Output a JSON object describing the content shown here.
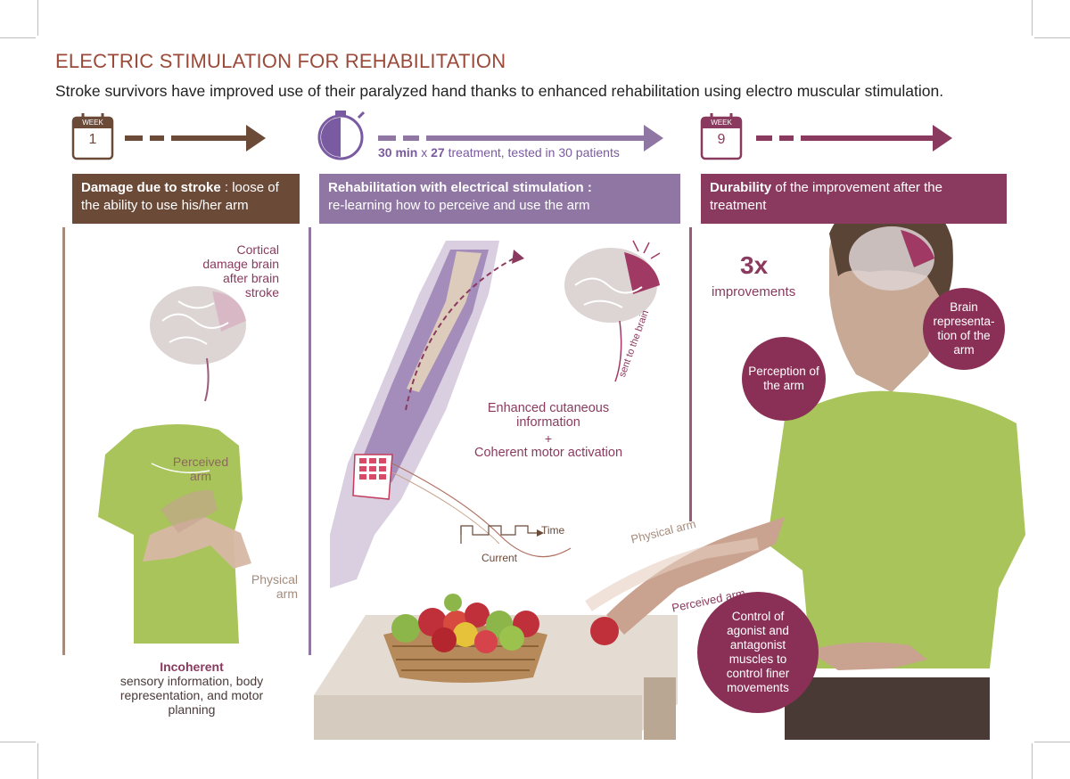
{
  "header": {
    "title": "ELECTRIC STIMULATION FOR REHABILITATION",
    "subtitle": "Stroke survivors have improved use of their paralyzed hand thanks to enhanced rehabilitation using electro muscular stimulation."
  },
  "timeline": {
    "week1": {
      "label": "WEEK",
      "number": "1"
    },
    "treatment": {
      "duration": "30 min",
      "times": "x",
      "count": "27",
      "rest": "treatment, tested in 30 patients"
    },
    "week9": {
      "label": "WEEK",
      "number": "9"
    }
  },
  "banners": {
    "damage": {
      "bold": "Damage due to stroke",
      "rest": " : loose of the ability to use his/her arm"
    },
    "rehab": {
      "bold": "Rehabilitation with electrical stimulation :",
      "rest": "re-learning how to perceive and use the arm"
    },
    "durability": {
      "bold": "Durability",
      "rest": " of the improvement after the treatment"
    }
  },
  "panel1": {
    "cortical": "Cortical damage brain after brain stroke",
    "perceived_arm": "Perceived arm",
    "physical_arm": "Physical arm",
    "incoherent_bold": "Incoherent",
    "incoherent_rest": "sensory information, body representation, and motor planning"
  },
  "panel2": {
    "enhanced": "Enhanced cutaneous information",
    "plus": "+",
    "coherent": "Coherent motor activation",
    "sent": "sent to the brain",
    "time": "Time",
    "current": "Current"
  },
  "panel3": {
    "improvement_value": "3x",
    "improvement_label": "improvements",
    "brain_rep": "Brain representa-tion of the arm",
    "perception": "Perception of the arm",
    "physical_arm": "Physical arm",
    "perceived_arm": "Perceived arm",
    "control": "Control of agonist and antagonist muscles to control finer movements"
  },
  "colors": {
    "title": "#9b4a3a",
    "brown": "#6b4a38",
    "purple": "#8f76a3",
    "magenta": "#8a3a5e",
    "green": "#a8c45a",
    "skin": "#d6b8a4"
  }
}
